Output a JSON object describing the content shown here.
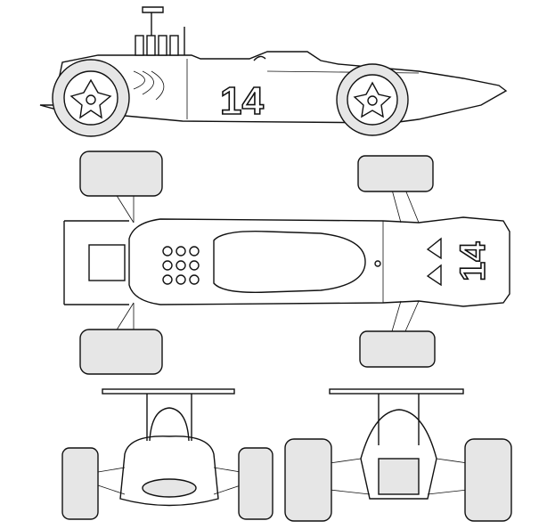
{
  "drawing": {
    "car_number_side": "14",
    "car_number_top": "14",
    "views": [
      "side-view",
      "top-view",
      "front-view",
      "rear-view"
    ],
    "colors": {
      "line": "#111111",
      "tire_shade": "#e6e6e6",
      "background": "#ffffff"
    }
  }
}
